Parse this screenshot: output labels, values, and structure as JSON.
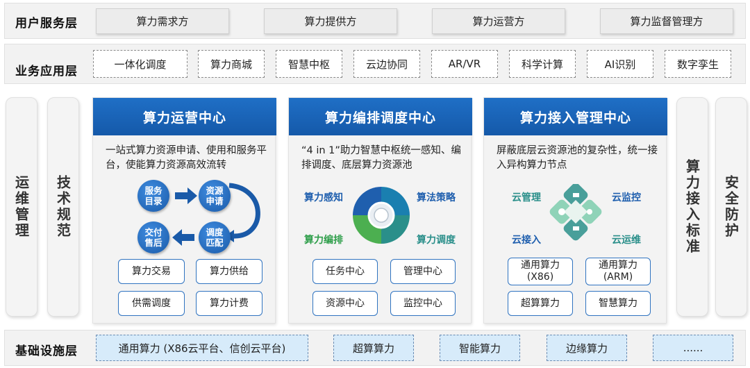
{
  "layers": {
    "user": {
      "label": "用户服务层",
      "items": [
        "算力需求方",
        "算力提供方",
        "算力运营方",
        "算力监督管理方"
      ]
    },
    "business": {
      "label": "业务应用层",
      "items": [
        "一体化调度",
        "算力商城",
        "智慧中枢",
        "云边协同",
        "AR/VR",
        "科学计算",
        "AI识别",
        "数字孪生"
      ]
    },
    "base": {
      "label": "基础设施层",
      "items": [
        "通用算力 (X86云平台、信创云平台)",
        "超算算力",
        "智能算力",
        "边缘算力",
        "......"
      ]
    }
  },
  "side": {
    "left1": "运维管理",
    "left2": "技术规范",
    "right1": "算力接入标准",
    "right2": "安全防护"
  },
  "panels": {
    "ops": {
      "title": "算力运营中心",
      "desc": "一站式算力资源申请、使用和服务平台，使能算力资源高效流转",
      "flow": [
        "服务目录",
        "资源申请",
        "调度匹配",
        "交付售后"
      ],
      "buttons": [
        "算力交易",
        "算力供给",
        "供需调度",
        "算力计费"
      ]
    },
    "orch": {
      "title": "算力编排调度中心",
      "desc": "“4 in 1”助力智慧中枢统一感知、编排调度、底层算力资源池",
      "quadrants": [
        "算力感知",
        "算法策略",
        "算力编排",
        "算力调度"
      ],
      "buttons": [
        "任务中心",
        "管理中心",
        "资源中心",
        "监控中心"
      ]
    },
    "access": {
      "title": "算力接入管理中心",
      "desc": "屏蔽底层云资源池的复杂性，统一接入异构算力节点",
      "quadrants": [
        "云管理",
        "云监控",
        "云接入",
        "云运维"
      ],
      "buttons": [
        "通用算力\n(X86)",
        "通用算力\n(ARM)",
        "超算算力",
        "智慧算力"
      ]
    }
  },
  "colors": {
    "panel_head": "#1559a9",
    "button_border": "#2f73c0",
    "quad_blue": "#1f5fae",
    "quad_teal": "#2a8f8a",
    "quad_green": "#4caf50",
    "base_fill": "#d7ebfa"
  }
}
